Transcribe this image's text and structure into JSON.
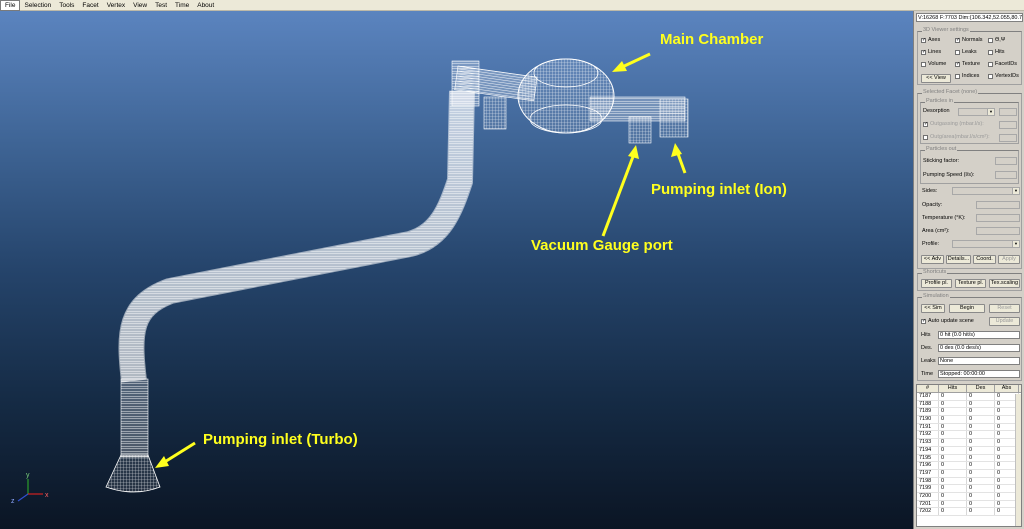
{
  "menu": [
    "File",
    "Selection",
    "Tools",
    "Facet",
    "Vertex",
    "View",
    "Test",
    "Time",
    "About"
  ],
  "status_text": "V:16268 F:7703 Dim:{106.342,52.055,80.7",
  "annotations": {
    "main_chamber": "Main Chamber",
    "pumping_ion": "Pumping inlet (Ion)",
    "gauge_port": "Vacuum Gauge port",
    "pumping_turbo": "Pumping inlet (Turbo)"
  },
  "axes": {
    "x": "x",
    "y": "y",
    "z": "z"
  },
  "colors": {
    "annotation": "#ffff1e",
    "viewer_top": "#5b84bf",
    "viewer_bottom": "#0b1524"
  },
  "viewer_settings": {
    "title": "3D Viewer settings",
    "checkboxes": [
      {
        "label": "Axes",
        "checked": true
      },
      {
        "label": "Normals",
        "checked": true
      },
      {
        "label": "Θ,Ψ",
        "checked": false
      },
      {
        "label": "Lines",
        "checked": true
      },
      {
        "label": "Leaks",
        "checked": false
      },
      {
        "label": "Hits",
        "checked": false
      },
      {
        "label": "Volume",
        "checked": false
      },
      {
        "label": "Texture",
        "checked": true
      },
      {
        "label": "FacetIDs",
        "checked": false
      },
      {
        "label": "Indices",
        "checked": false
      },
      {
        "label": "VertexIDs",
        "checked": false
      }
    ],
    "view_button": "<< View"
  },
  "selected_facet": {
    "title": "Selected Facet (none)",
    "particles_in": "Particles in",
    "desorption": "Desorption",
    "outgassing": "Outgassing (mbar.l/s):",
    "outg_area": "Outg/area(mbar.l/s/cm²):",
    "particles_out": "Particles out",
    "sticking": "Sticking factor:",
    "pumping_speed": "Pumping Speed (l/s):",
    "sides": "Sides:",
    "opacity": "Opacity:",
    "temperature": "Temperature (°K):",
    "area": "Area (cm²):",
    "profile": "Profile:",
    "buttons": [
      "<< Adv",
      "Details...",
      "Coord.",
      "Apply"
    ]
  },
  "shortcuts": {
    "title": "Shortcuts",
    "buttons": [
      "Profile pl.",
      "Texture pl.",
      "Tex.scaling"
    ]
  },
  "simulation": {
    "title": "Simulation",
    "sim_button": "<< Sim",
    "begin_button": "Begin",
    "reset_button": "Reset",
    "auto_update": "Auto update scene",
    "update_button": "Update",
    "hits_label": "Hits",
    "hits_value": "0 hit (0.0 hit/s)",
    "des_label": "Des.",
    "des_value": "0 des (0.0 des/s)",
    "leaks_label": "Leaks",
    "leaks_value": "None",
    "time_label": "Time",
    "time_value": "Stopped: 00:00:00"
  },
  "facet_table": {
    "columns": [
      "#",
      "Hits",
      "Des",
      "Abs"
    ],
    "rows": [
      [
        "7187",
        "0",
        "0",
        "0"
      ],
      [
        "7188",
        "0",
        "0",
        "0"
      ],
      [
        "7189",
        "0",
        "0",
        "0"
      ],
      [
        "7190",
        "0",
        "0",
        "0"
      ],
      [
        "7191",
        "0",
        "0",
        "0"
      ],
      [
        "7192",
        "0",
        "0",
        "0"
      ],
      [
        "7193",
        "0",
        "0",
        "0"
      ],
      [
        "7194",
        "0",
        "0",
        "0"
      ],
      [
        "7195",
        "0",
        "0",
        "0"
      ],
      [
        "7196",
        "0",
        "0",
        "0"
      ],
      [
        "7197",
        "0",
        "0",
        "0"
      ],
      [
        "7198",
        "0",
        "0",
        "0"
      ],
      [
        "7199",
        "0",
        "0",
        "0"
      ],
      [
        "7200",
        "0",
        "0",
        "0"
      ],
      [
        "7201",
        "0",
        "0",
        "0"
      ],
      [
        "7202",
        "0",
        "0",
        "0"
      ]
    ]
  }
}
